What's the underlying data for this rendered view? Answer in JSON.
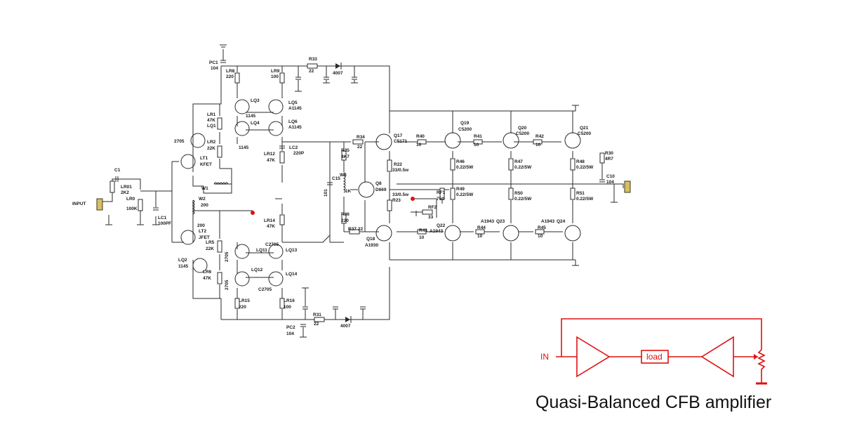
{
  "labels": {
    "input": "INPUT",
    "c1": "C1",
    "lr01": "LR01",
    "v2k2": "2K2",
    "lr0": "LR0",
    "v100k": "100K",
    "lc1": "LC1",
    "v100pf": "100PF",
    "pc1": "PC1",
    "pc2": "PC2",
    "v104": "104",
    "lr8": "LR8",
    "lr9": "LR9",
    "v220": "220",
    "v100": "100",
    "r_top": "R33",
    "r_bottom": "R31",
    "v22": "22",
    "v4007": "4007",
    "lr1": "LR1",
    "v47k": "47K",
    "lq1": "LQ1",
    "v2705": "2705",
    "lr2": "LR2",
    "v22k": "22K",
    "lt1": "LT1",
    "kfet": "KFET",
    "lq3": "LQ3",
    "lq4": "LQ4",
    "lq5": "LQ5",
    "lq6": "LQ6",
    "a1145": "A1145",
    "v1145": "1145",
    "lr12": "LR12",
    "lc2": "LC2",
    "v220p": "220P",
    "w1": "W1",
    "w2": "W2",
    "v200": "200",
    "lt2": "LT2",
    "jfet": "JFET",
    "lr5": "LR5",
    "lq2": "LQ2",
    "lr6": "LR6",
    "lr14": "LR14",
    "c2705": "C2705",
    "lq11": "LQ11",
    "lq12": "LQ12",
    "lq13": "LQ13",
    "lq14": "LQ14",
    "lr15": "LR15",
    "lr16": "LR16",
    "r34": "R34",
    "q17": "Q17",
    "c5171": "C5171",
    "r35": "R35",
    "v4k7": "4K7",
    "w5": "W5",
    "c15": "C15",
    "v101": "101",
    "v1k": "1K",
    "q8": "Q8",
    "d669": "D669",
    "r22": "R22",
    "r23": "R23",
    "v33_5w": "33/0.5w",
    "r36": "R36",
    "r37": "R37",
    "q18": "Q18",
    "a1930": "A1930",
    "r40": "R40",
    "r41": "R41",
    "r42": "R42",
    "v10": "10",
    "q19": "Q19",
    "q20": "Q20",
    "q21": "Q21",
    "c5200": "C5200",
    "r46": "R46",
    "r47": "R47",
    "r48": "R48",
    "r49": "R49",
    "r50": "R50",
    "r51": "R51",
    "v022_5w": "0.22/5W",
    "r30": "R30",
    "v4r7": "4R7",
    "c10": "C10",
    "rf1": "RF1",
    "v750": "750",
    "rf2": "RF2",
    "v33": "33",
    "q22": "Q22",
    "q23": "Q23",
    "q24": "Q24",
    "a1943": "A1943",
    "r43": "R43",
    "r44": "R44",
    "r45": "R45"
  },
  "block": {
    "in_label": "IN",
    "load_label": "load",
    "caption": "Quasi-Balanced CFB amplifier"
  },
  "colors": {
    "schematic_ink": "#2a2a2a",
    "block_diagram_red": "#e01010",
    "connector_yellow": "#d8c060"
  }
}
